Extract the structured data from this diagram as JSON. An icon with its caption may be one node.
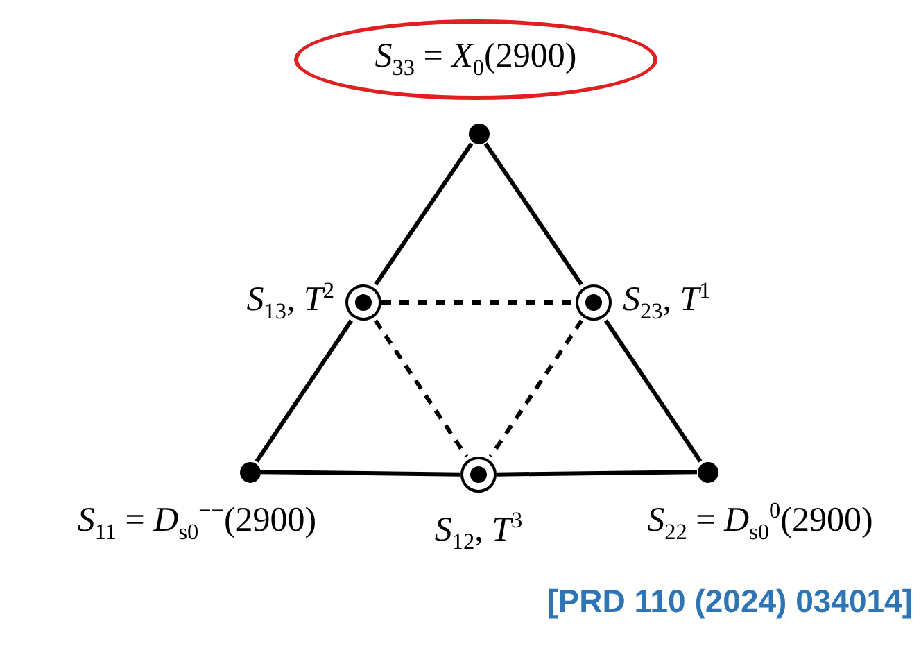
{
  "diagram": {
    "nodes": [
      {
        "text": [
          "*S*$_{33}$ = *X*$_{0}$(2900)"
        ]
      },
      {
        "text": [],
        "shape": "circle"
      },
      {
        "text": [],
        "shape": "bullseye",
        "beside": [
          "*S*$_{13}$, *T*$^{2}$"
        ]
      },
      {
        "text": [],
        "shape": "bullseye",
        "beside": [
          "*S*$_{23}$, *T*$^{1}$"
        ]
      },
      {
        "text": [],
        "shape": "circle",
        "beside": [
          "*S*$_{11}$ = *D*$_{s0}$$^{−−}$(2900)"
        ]
      },
      {
        "text": [],
        "shape": "bullseye",
        "beside": [
          "*S*$_{12}$, *T*$^{3}$"
        ]
      },
      {
        "text": [],
        "shape": "circle",
        "beside": [
          "*S*$_{22}$ = *D*$_{s0}$$^{0}$(2900)"
        ]
      }
    ],
    "edges": [
      {
        "from": 1,
        "to": 2,
        "arrow": "none"
      },
      {
        "from": 2,
        "to": 4,
        "arrow": "none"
      },
      {
        "from": 1,
        "to": 3,
        "arrow": "none"
      },
      {
        "from": 3,
        "to": 6,
        "arrow": "none"
      },
      {
        "from": 4,
        "to": 5,
        "arrow": "none"
      },
      {
        "from": 5,
        "to": 6,
        "arrow": "none"
      },
      {
        "from": 2,
        "to": 3,
        "arrow": "none",
        "style": "dashed"
      },
      {
        "from": 2,
        "to": 5,
        "arrow": "none",
        "style": "dashed"
      },
      {
        "from": 3,
        "to": 5,
        "arrow": "none",
        "style": "dashed"
      }
    ],
    "labels": [
      "[PRD 110 (2024) 034014]"
    ]
  }
}
